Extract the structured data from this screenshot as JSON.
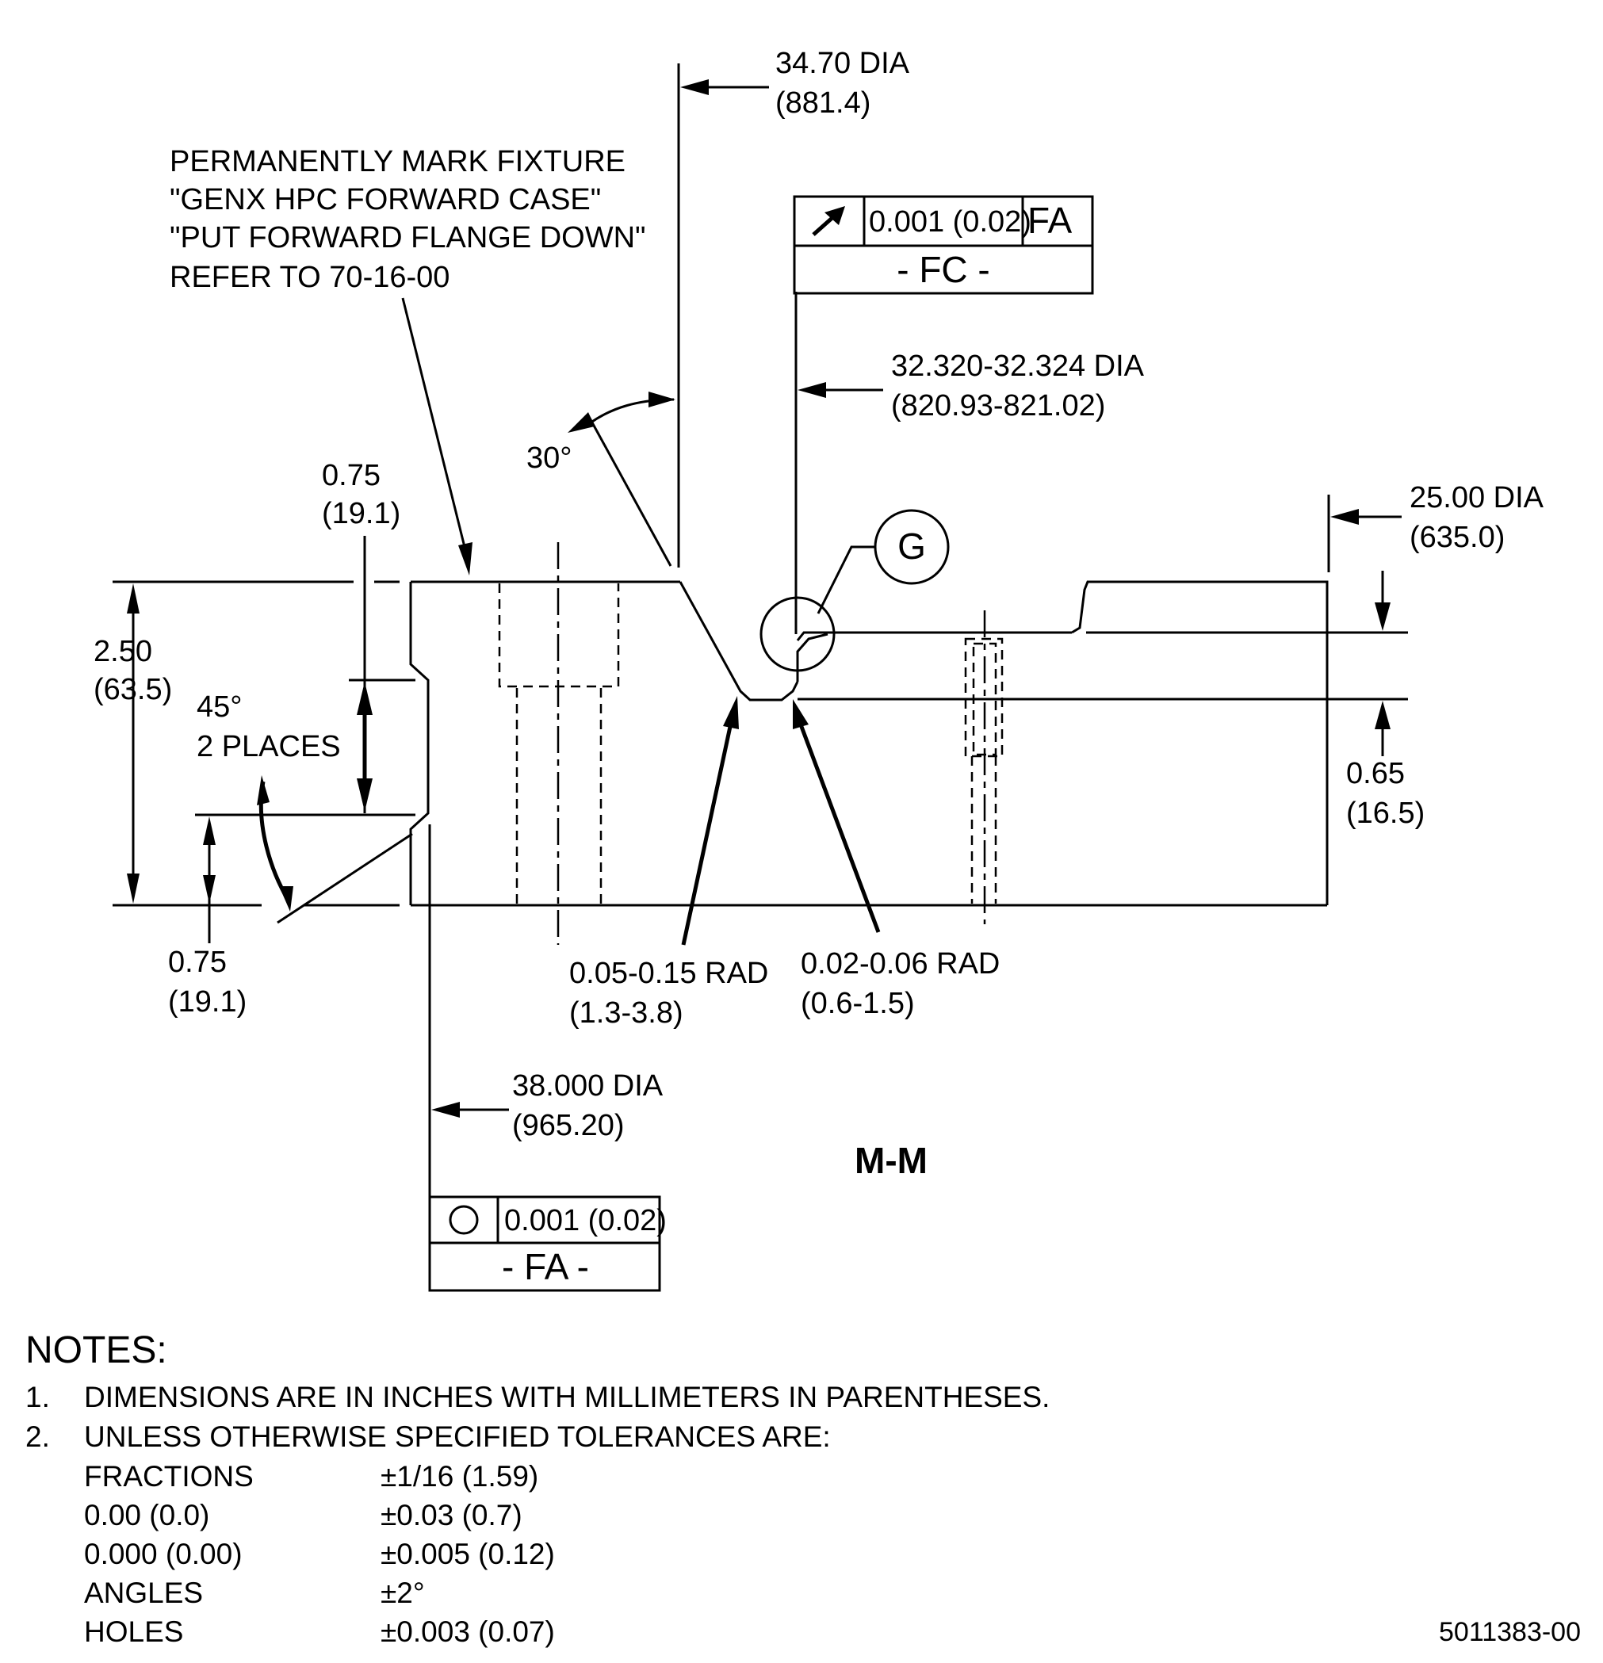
{
  "callouts": {
    "marking": [
      "PERMANENTLY MARK FIXTURE",
      "\"GENX HPC FORWARD CASE\"",
      "\"PUT FORWARD FLANGE DOWN\"",
      "REFER TO 70-16-00"
    ],
    "dia_top": [
      "34.70 DIA",
      "(881.4)"
    ],
    "dia_fc": [
      "32.320-32.324 DIA",
      "(820.93-821.02)"
    ],
    "dia_right": [
      "25.00 DIA",
      "(635.0)"
    ],
    "dia_bottom": [
      "38.000 DIA",
      "(965.20)"
    ],
    "angle_30": "30°",
    "dim_top_075": [
      "0.75",
      "(19.1)"
    ],
    "dim_250": [
      "2.50",
      "(63.5)"
    ],
    "chamfer": [
      "45°",
      "2 PLACES"
    ],
    "dim_bottom_075": [
      "0.75",
      "(19.1)"
    ],
    "rad_1": [
      "0.05-0.15 RAD",
      "(1.3-3.8)"
    ],
    "rad_2": [
      "0.02-0.06 RAD",
      "(0.6-1.5)"
    ],
    "dim_065": [
      "0.65",
      "(16.5)"
    ],
    "detail": "G",
    "section": "M-M"
  },
  "fcf_runout": {
    "value": "0.001 (0.02)",
    "datum_ref": "FA",
    "datum_label": "- FC -",
    "symbol": "runout-arrow-icon"
  },
  "fcf_circularity": {
    "value": "0.001 (0.02)",
    "datum_label": "- FA -",
    "symbol": "circularity-icon"
  },
  "notes": {
    "title": "NOTES:",
    "items": [
      {
        "num": "1.",
        "text": "DIMENSIONS ARE IN INCHES WITH MILLIMETERS IN PARENTHESES."
      },
      {
        "num": "2.",
        "text": "UNLESS OTHERWISE SPECIFIED TOLERANCES ARE:"
      }
    ],
    "tolerances": [
      {
        "k": "FRACTIONS",
        "v": "±1/16 (1.59)"
      },
      {
        "k": "0.00 (0.0)",
        "v": "±0.03 (0.7)"
      },
      {
        "k": "0.000 (0.00)",
        "v": "±0.005 (0.12)"
      },
      {
        "k": "ANGLES",
        "v": "±2°"
      },
      {
        "k": "HOLES",
        "v": "±0.003 (0.07)"
      }
    ]
  },
  "doc_number": "5011383-00"
}
